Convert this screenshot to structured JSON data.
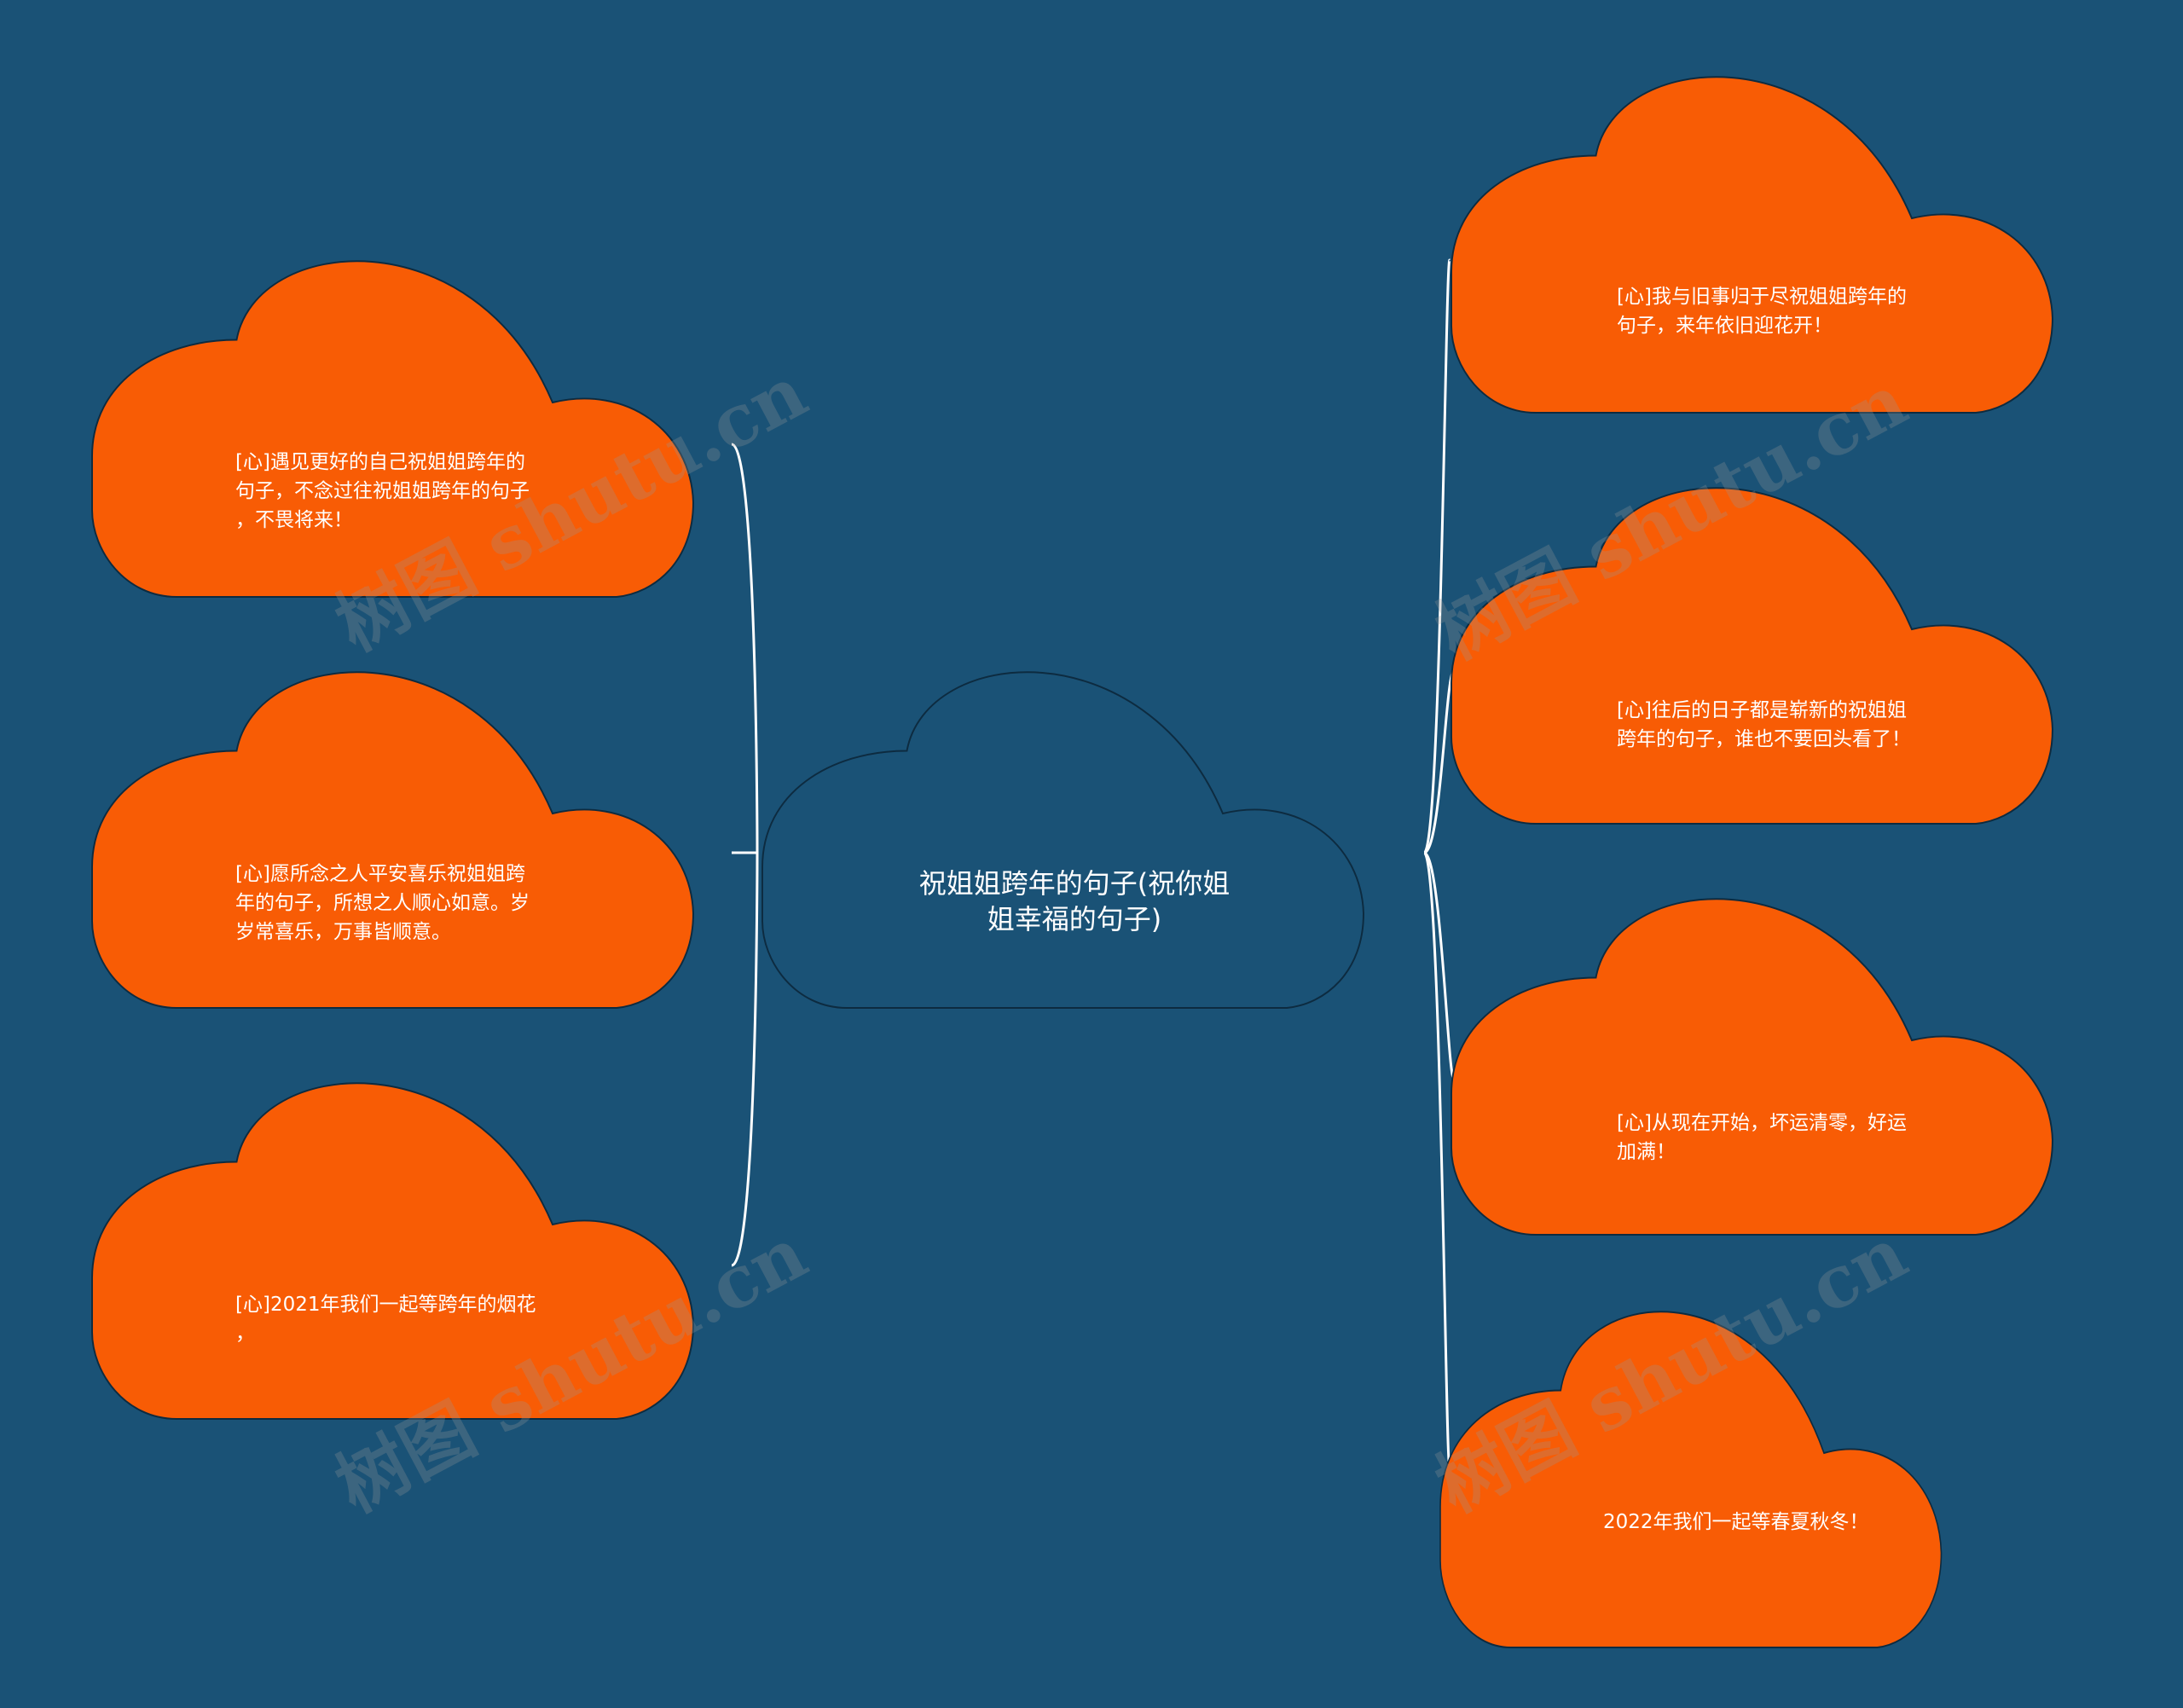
{
  "colors": {
    "background": "#1a5276",
    "node_fill": "#f85c05",
    "node_stroke": "#0d2b40",
    "connector": "#ffffff"
  },
  "center": {
    "title": "祝姐姐跨年的句子(祝你姐姐幸福的句子)"
  },
  "left_nodes": [
    {
      "text": "[心]遇见更好的自己祝姐姐跨年的\n句子，不念过往祝姐姐跨年的句子\n，不畏将来！"
    },
    {
      "text": "[心]愿所念之人平安喜乐祝姐姐跨\n年的句子，所想之人顺心如意。岁\n岁常喜乐，万事皆顺意。"
    },
    {
      "text": "[心]2021年我们一起等跨年的烟花\n，"
    }
  ],
  "right_nodes": [
    {
      "text": "[心]我与旧事归于尽祝姐姐跨年的\n句子，来年依旧迎花开！"
    },
    {
      "text": "[心]往后的日子都是崭新的祝姐姐\n跨年的句子，谁也不要回头看了！"
    },
    {
      "text": "[心]从现在开始，坏运清零，好运\n加满！"
    },
    {
      "text": "2022年我们一起等春夏秋冬！"
    }
  ],
  "watermark": "树图 shutu.cn"
}
